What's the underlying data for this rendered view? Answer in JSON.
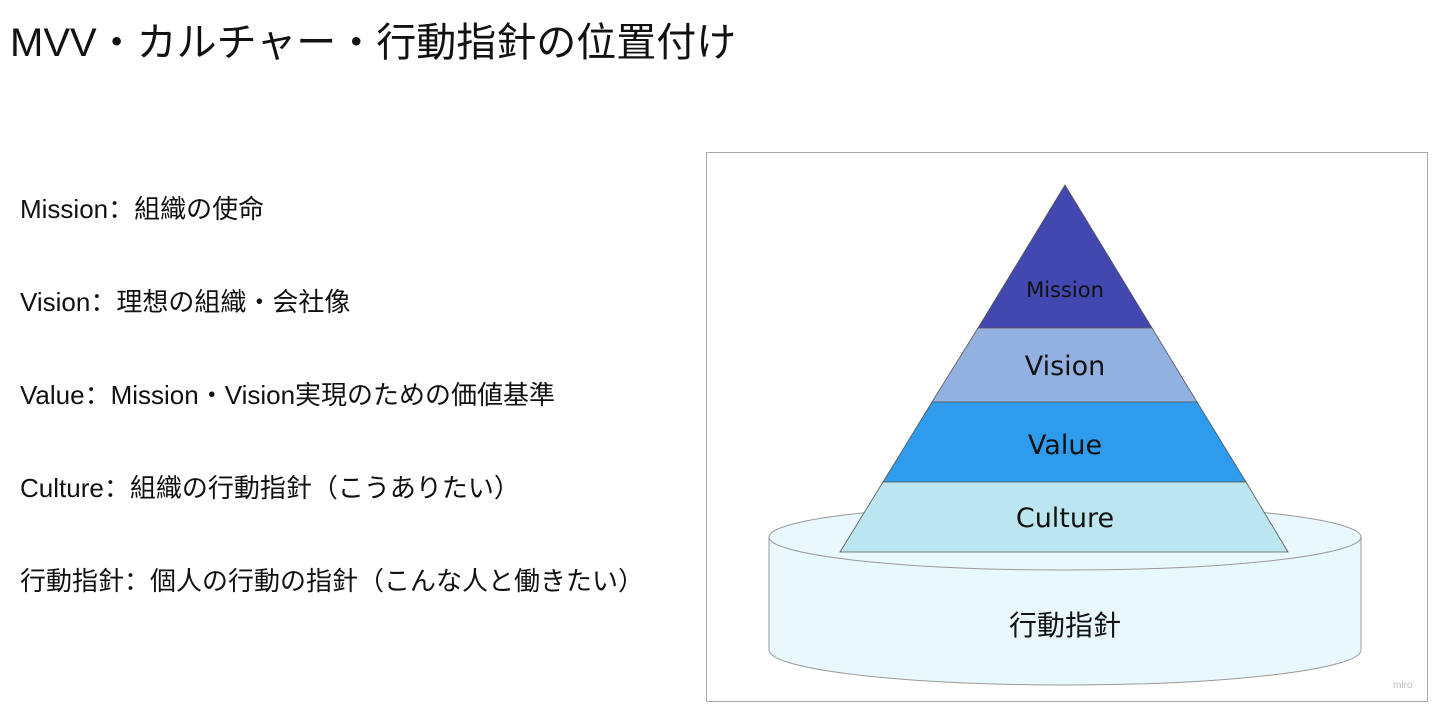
{
  "title": "MVV・カルチャー・行動指針の位置付け",
  "definitions": [
    "Mission：組織の使命",
    "Vision：理想の組織・会社像",
    "Value：Mission・Vision実現のための価値基準",
    "Culture：組織の行動指針（こうありたい）",
    "行動指針：個人の行動の指針（こんな人と働きたい）"
  ],
  "diagram": {
    "layers": [
      {
        "label": "Mission",
        "color": "#4347b0"
      },
      {
        "label": "Vision",
        "color": "#93b1e0"
      },
      {
        "label": "Value",
        "color": "#2e9bec"
      },
      {
        "label": "Culture",
        "color": "#bce6ef"
      }
    ],
    "base": {
      "label": "行動指針",
      "color": "#e9f8fc"
    },
    "watermark": "miro"
  }
}
